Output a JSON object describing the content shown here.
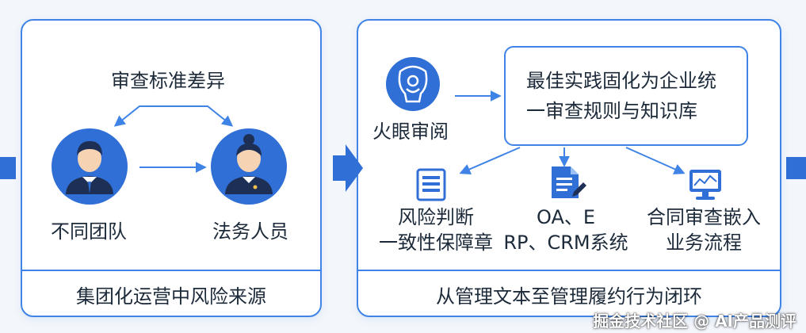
{
  "left_panel": {
    "title": "审查标准差异",
    "team_label": "不同团队",
    "legal_label": "法务人员",
    "footer": "集团化运营中风险来源"
  },
  "right_panel": {
    "tool_label": "火眼审阅",
    "rule_box": [
      "最佳实践固化为企业统",
      "一审查规则与知识库"
    ],
    "items": [
      {
        "lines": [
          "风险判断",
          "一致性保障章"
        ],
        "icon": "document-list-icon"
      },
      {
        "lines": [
          "OA、E",
          "RP、CRM系统"
        ],
        "icon": "file-edit-icon"
      },
      {
        "lines": [
          "合同审查嵌入",
          "业务流程"
        ],
        "icon": "monitor-chart-icon"
      }
    ],
    "footer": "从管理文本至管理履约行为闭环"
  },
  "watermark": "掘金技术社区 @ AI产品测评",
  "colors": {
    "accent": "#3f83e6",
    "icon_fill": "#2f6fd6"
  }
}
